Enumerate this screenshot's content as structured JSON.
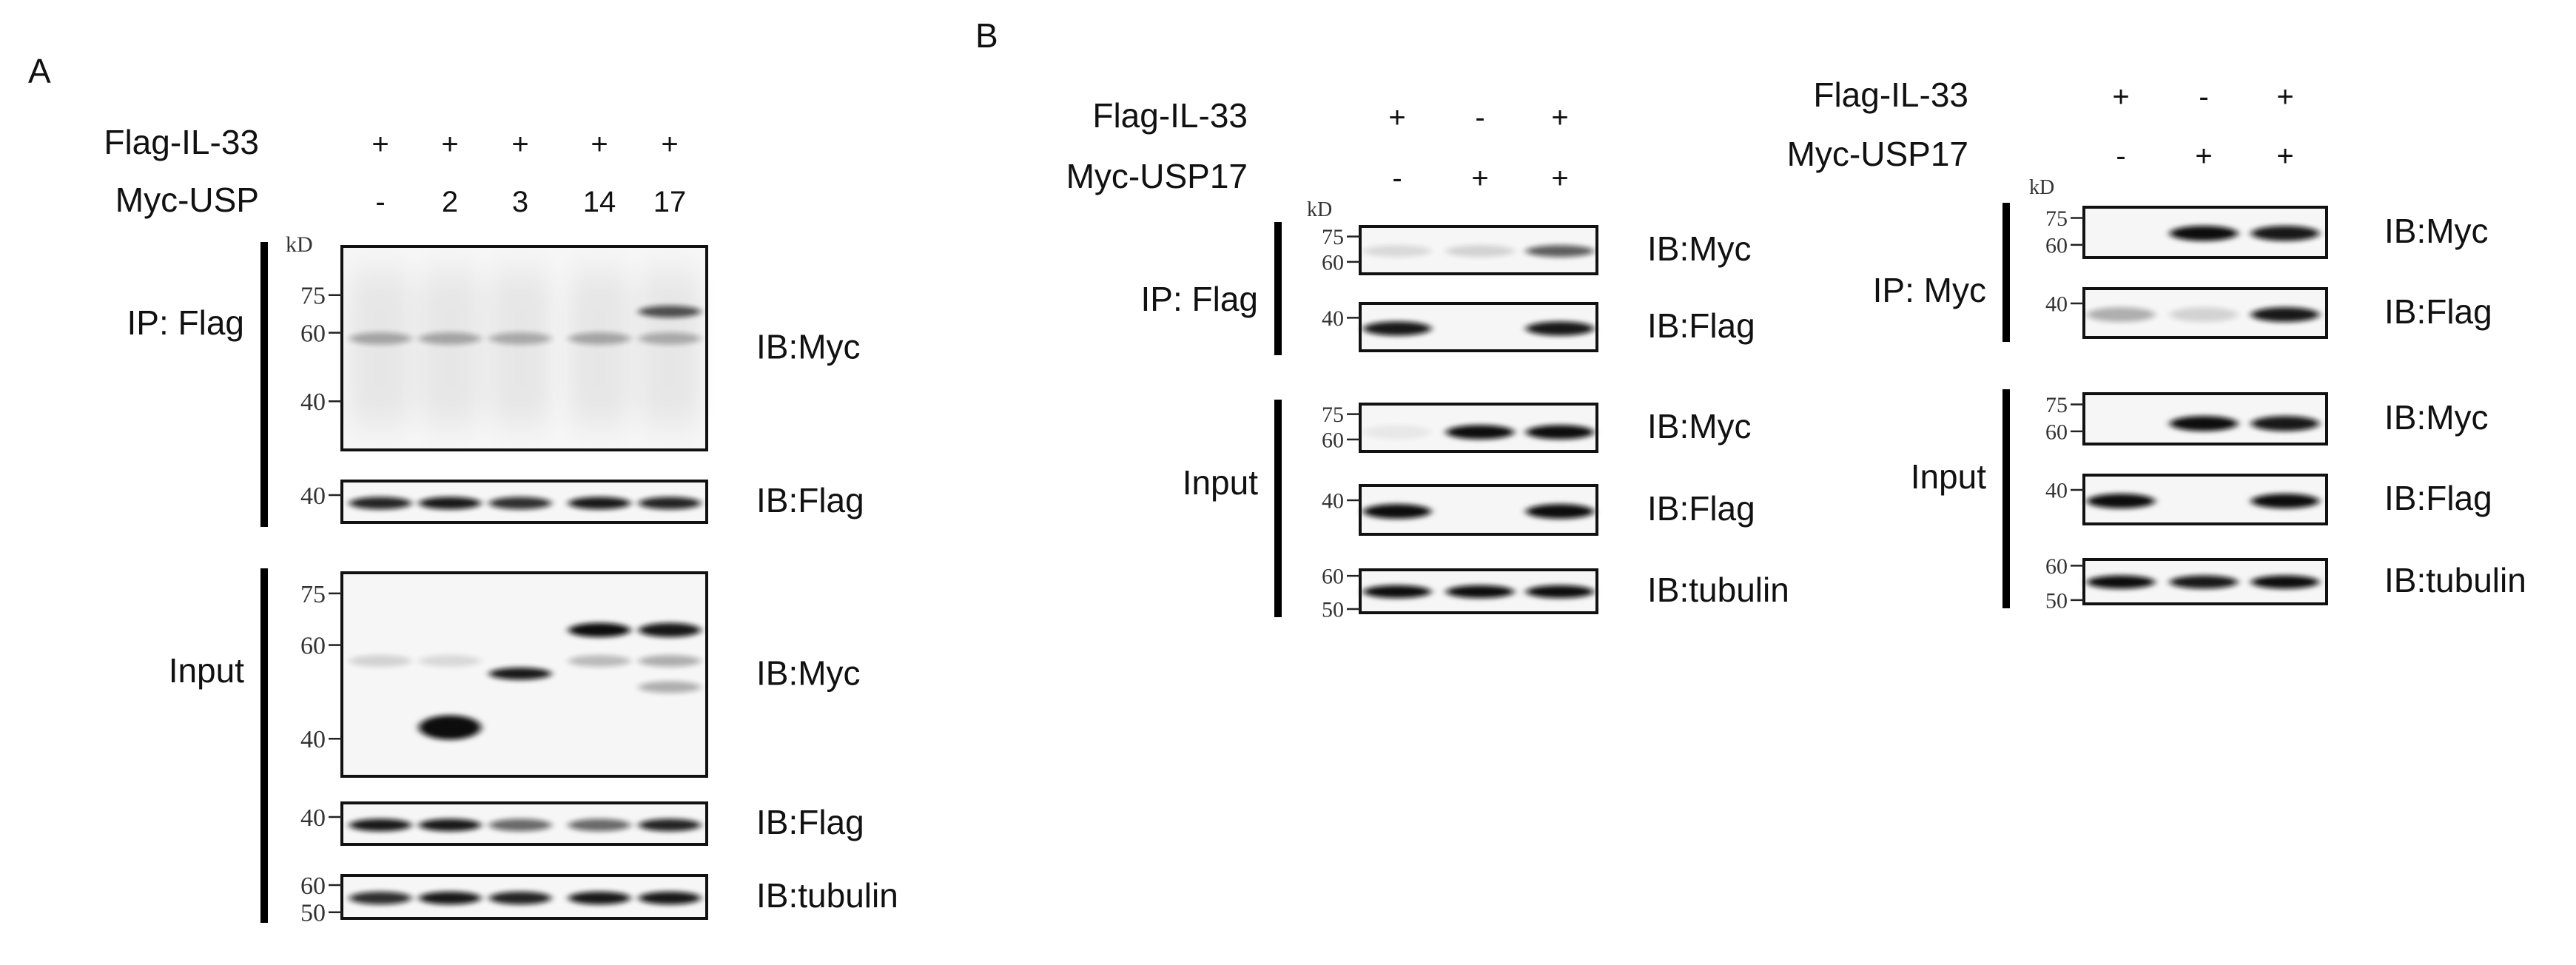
{
  "panel_a": {
    "label": "A",
    "header_rows": [
      {
        "name": "Flag-IL-33",
        "lanes": [
          "+",
          "+",
          "+",
          "+",
          "+"
        ]
      },
      {
        "name": "Myc-USP",
        "lanes": [
          "-",
          "2",
          "3",
          "14",
          "17"
        ]
      }
    ],
    "unit": "kD",
    "groups": [
      {
        "label": "IP: Flag",
        "blots": [
          {
            "ib": "IB:Myc",
            "markers": [
              "75",
              "60",
              "40"
            ],
            "bands": [
              {
                "lane": 0,
                "mw": 58,
                "i": 0.3,
                "s": 0.06
              },
              {
                "lane": 1,
                "mw": 58,
                "i": 0.3,
                "s": 0.06
              },
              {
                "lane": 2,
                "mw": 58,
                "i": 0.28,
                "s": 0.06
              },
              {
                "lane": 3,
                "mw": 58,
                "i": 0.3,
                "s": 0.06
              },
              {
                "lane": 4,
                "mw": 58,
                "i": 0.28,
                "s": 0.06
              },
              {
                "lane": 4,
                "mw": 68,
                "i": 0.7,
                "s": 0.04
              }
            ]
          },
          {
            "ib": "IB:Flag",
            "markers": [
              "40"
            ],
            "bands": [
              {
                "lane": 0,
                "mw": 36,
                "i": 0.9,
                "s": 0.3
              },
              {
                "lane": 1,
                "mw": 36,
                "i": 0.95,
                "s": 0.3
              },
              {
                "lane": 2,
                "mw": 36,
                "i": 0.85,
                "s": 0.3
              },
              {
                "lane": 3,
                "mw": 36,
                "i": 0.95,
                "s": 0.3
              },
              {
                "lane": 4,
                "mw": 36,
                "i": 0.9,
                "s": 0.3
              }
            ]
          }
        ]
      },
      {
        "label": "Input",
        "blots": [
          {
            "ib": "IB:Myc",
            "markers": [
              "75",
              "60",
              "40"
            ],
            "bands": [
              {
                "lane": 0,
                "mw": 56,
                "i": 0.15,
                "s": 0.04
              },
              {
                "lane": 1,
                "mw": 56,
                "i": 0.12,
                "s": 0.04
              },
              {
                "lane": 1,
                "mw": 42,
                "i": 1.0,
                "s": 0.12
              },
              {
                "lane": 2,
                "mw": 53,
                "i": 0.95,
                "s": 0.06
              },
              {
                "lane": 3,
                "mw": 64,
                "i": 1.0,
                "s": 0.07
              },
              {
                "lane": 3,
                "mw": 56,
                "i": 0.25,
                "s": 0.03
              },
              {
                "lane": 4,
                "mw": 64,
                "i": 0.95,
                "s": 0.07
              },
              {
                "lane": 4,
                "mw": 56,
                "i": 0.3,
                "s": 0.03
              },
              {
                "lane": 4,
                "mw": 50,
                "i": 0.3,
                "s": 0.03
              }
            ]
          },
          {
            "ib": "IB:Flag",
            "markers": [
              "40"
            ],
            "bands": [
              {
                "lane": 0,
                "mw": 36,
                "i": 0.95,
                "s": 0.3
              },
              {
                "lane": 1,
                "mw": 36,
                "i": 0.95,
                "s": 0.3
              },
              {
                "lane": 2,
                "mw": 36,
                "i": 0.6,
                "s": 0.3
              },
              {
                "lane": 3,
                "mw": 36,
                "i": 0.6,
                "s": 0.3
              },
              {
                "lane": 4,
                "mw": 36,
                "i": 0.9,
                "s": 0.3
              }
            ]
          },
          {
            "ib": "IB:tubulin",
            "markers": [
              "60",
              "50"
            ],
            "bands": [
              {
                "lane": 0,
                "mw": 55,
                "i": 0.85,
                "s": 0.3
              },
              {
                "lane": 1,
                "mw": 55,
                "i": 0.95,
                "s": 0.3
              },
              {
                "lane": 2,
                "mw": 55,
                "i": 0.9,
                "s": 0.3
              },
              {
                "lane": 3,
                "mw": 55,
                "i": 0.95,
                "s": 0.3
              },
              {
                "lane": 4,
                "mw": 55,
                "i": 0.95,
                "s": 0.3
              }
            ]
          }
        ]
      }
    ]
  },
  "panel_b": {
    "label": "B",
    "sub": [
      {
        "header_rows": [
          {
            "name": "Flag-IL-33",
            "lanes": [
              "+",
              "-",
              "+"
            ]
          },
          {
            "name": "Myc-USP17",
            "lanes": [
              "-",
              "+",
              "+"
            ]
          }
        ],
        "unit": "kD",
        "groups": [
          {
            "label": "IP: Flag",
            "blots": [
              {
                "ib": "IB:Myc",
                "markers": [
                  "75",
                  "60"
                ],
                "bands": [
                  {
                    "lane": 0,
                    "mw": 66,
                    "i": 0.12,
                    "s": 0.2
                  },
                  {
                    "lane": 1,
                    "mw": 66,
                    "i": 0.15,
                    "s": 0.2
                  },
                  {
                    "lane": 2,
                    "mw": 66,
                    "i": 0.65,
                    "s": 0.14
                  }
                ]
              },
              {
                "ib": "IB:Flag",
                "markers": [
                  "40"
                ],
                "bands": [
                  {
                    "lane": 0,
                    "mw": 36,
                    "i": 0.95,
                    "s": 0.3
                  },
                  {
                    "lane": 2,
                    "mw": 36,
                    "i": 0.95,
                    "s": 0.3
                  }
                ]
              }
            ]
          },
          {
            "label": "Input",
            "blots": [
              {
                "ib": "IB:Myc",
                "markers": [
                  "75",
                  "60"
                ],
                "bands": [
                  {
                    "lane": 0,
                    "mw": 64,
                    "i": 0.06,
                    "s": 0.3
                  },
                  {
                    "lane": 1,
                    "mw": 64,
                    "i": 1.0,
                    "s": 0.3
                  },
                  {
                    "lane": 2,
                    "mw": 64,
                    "i": 1.0,
                    "s": 0.3
                  }
                ]
              },
              {
                "ib": "IB:Flag",
                "markers": [
                  "40"
                ],
                "bands": [
                  {
                    "lane": 0,
                    "mw": 36,
                    "i": 1.0,
                    "s": 0.3
                  },
                  {
                    "lane": 2,
                    "mw": 36,
                    "i": 1.0,
                    "s": 0.3
                  }
                ]
              },
              {
                "ib": "IB:tubulin",
                "markers": [
                  "60",
                  "50"
                ],
                "bands": [
                  {
                    "lane": 0,
                    "mw": 55,
                    "i": 1.0,
                    "s": 0.3
                  },
                  {
                    "lane": 1,
                    "mw": 55,
                    "i": 1.0,
                    "s": 0.3
                  },
                  {
                    "lane": 2,
                    "mw": 55,
                    "i": 1.0,
                    "s": 0.3
                  }
                ]
              }
            ]
          }
        ]
      },
      {
        "header_rows": [
          {
            "name": "Flag-IL-33",
            "lanes": [
              "+",
              "-",
              "+"
            ]
          },
          {
            "name": "Myc-USP17",
            "lanes": [
              "-",
              "+",
              "+"
            ]
          }
        ],
        "unit": "kD",
        "groups": [
          {
            "label": "IP: Myc",
            "blots": [
              {
                "ib": "IB:Myc",
                "markers": [
                  "75",
                  "60"
                ],
                "bands": [
                  {
                    "lane": 1,
                    "mw": 66,
                    "i": 1.0,
                    "s": 0.3
                  },
                  {
                    "lane": 2,
                    "mw": 66,
                    "i": 0.95,
                    "s": 0.3
                  }
                ]
              },
              {
                "ib": "IB:Flag",
                "markers": [
                  "40"
                ],
                "bands": [
                  {
                    "lane": 0,
                    "mw": 36,
                    "i": 0.3,
                    "s": 0.3
                  },
                  {
                    "lane": 1,
                    "mw": 36,
                    "i": 0.15,
                    "s": 0.3
                  },
                  {
                    "lane": 2,
                    "mw": 36,
                    "i": 0.95,
                    "s": 0.3
                  }
                ]
              }
            ]
          },
          {
            "label": "Input",
            "blots": [
              {
                "ib": "IB:Myc",
                "markers": [
                  "75",
                  "60"
                ],
                "bands": [
                  {
                    "lane": 1,
                    "mw": 64,
                    "i": 1.0,
                    "s": 0.3
                  },
                  {
                    "lane": 2,
                    "mw": 64,
                    "i": 0.95,
                    "s": 0.3
                  }
                ]
              },
              {
                "ib": "IB:Flag",
                "markers": [
                  "40"
                ],
                "bands": [
                  {
                    "lane": 0,
                    "mw": 36,
                    "i": 1.0,
                    "s": 0.3
                  },
                  {
                    "lane": 2,
                    "mw": 36,
                    "i": 1.0,
                    "s": 0.3
                  }
                ]
              },
              {
                "ib": "IB:tubulin",
                "markers": [
                  "60",
                  "50"
                ],
                "bands": [
                  {
                    "lane": 0,
                    "mw": 55,
                    "i": 1.0,
                    "s": 0.3
                  },
                  {
                    "lane": 1,
                    "mw": 55,
                    "i": 0.95,
                    "s": 0.3
                  },
                  {
                    "lane": 2,
                    "mw": 55,
                    "i": 1.0,
                    "s": 0.3
                  }
                ]
              }
            ]
          }
        ]
      }
    ]
  }
}
